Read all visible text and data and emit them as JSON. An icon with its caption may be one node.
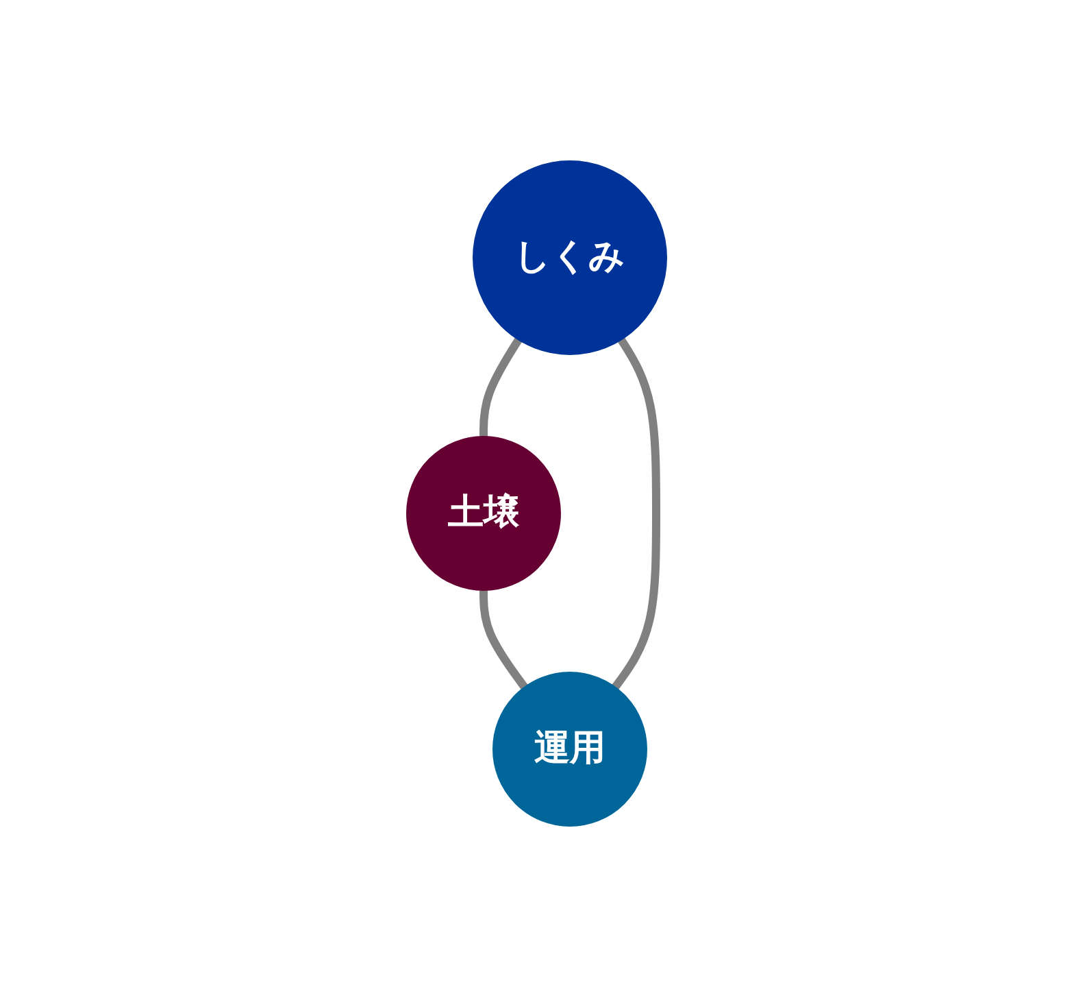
{
  "diagram": {
    "nodes": [
      {
        "text": [
          "しくみ"
        ]
      },
      {
        "text": [
          "運用"
        ]
      },
      {
        "text": [
          "土壌"
        ]
      }
    ],
    "edges": [
      {
        "from": 0,
        "to": 2,
        "arrow": "none"
      },
      {
        "from": 2,
        "to": 1,
        "arrow": "none"
      },
      {
        "from": 1,
        "to": 0,
        "arrow": "none"
      }
    ]
  }
}
